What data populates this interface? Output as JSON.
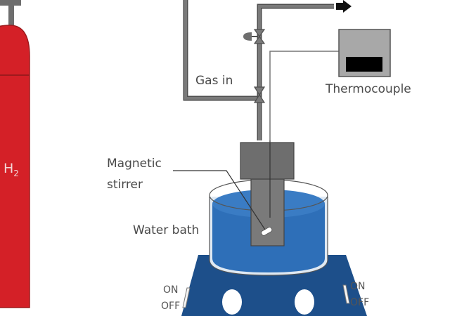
{
  "diagram": {
    "labels": {
      "gas_in": "Gas in",
      "thermocouple": "Thermocouple",
      "magnetic_stirrer_line1": "Magnetic",
      "magnetic_stirrer_line2": "stirrer",
      "water_bath": "Water bath",
      "cylinder_gas": "H",
      "cylinder_gas_subscript": "2",
      "switch_left_on": "ON",
      "switch_left_off": "OFF",
      "switch_right_on": "ON",
      "switch_right_off": "OFF"
    },
    "colors": {
      "cylinder": "#d42027",
      "cylinder_band": "#9e1a1d",
      "pipe": "#6e6e6e",
      "water": "#2e6fb8",
      "base": "#1d4f8a",
      "thermocouple_box": "#a8a8a8",
      "reactor": "#7a7a7a"
    }
  }
}
